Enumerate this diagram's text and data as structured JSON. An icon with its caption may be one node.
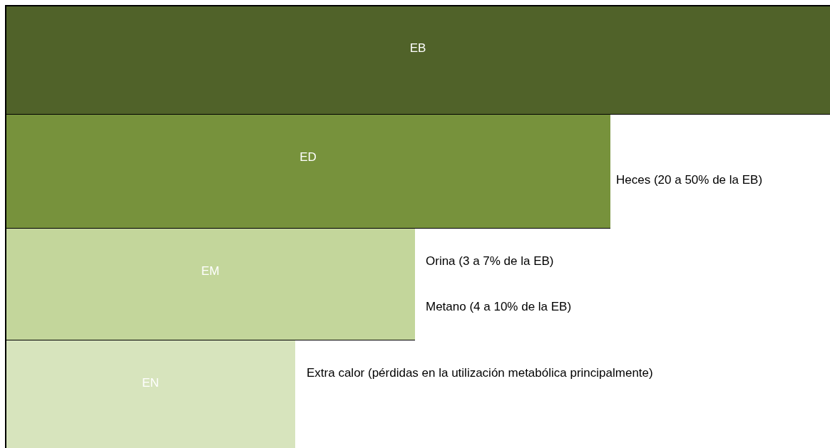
{
  "diagram": {
    "nodes": [
      {
        "text": [
          "EB"
        ]
      },
      {
        "text": [
          "ED"
        ],
        "beside": [
          "Heces (20 a 50% de la EB)"
        ]
      },
      {
        "text": [
          "EM"
        ],
        "beside": [
          "Orina (3 a 7% de la EB)",
          "Metano (4 a 10% de la EB)"
        ]
      },
      {
        "text": [
          "EN"
        ],
        "beside": [
          "Extra calor (pérdidas en la utilización metabólica principalmente)"
        ]
      }
    ]
  }
}
